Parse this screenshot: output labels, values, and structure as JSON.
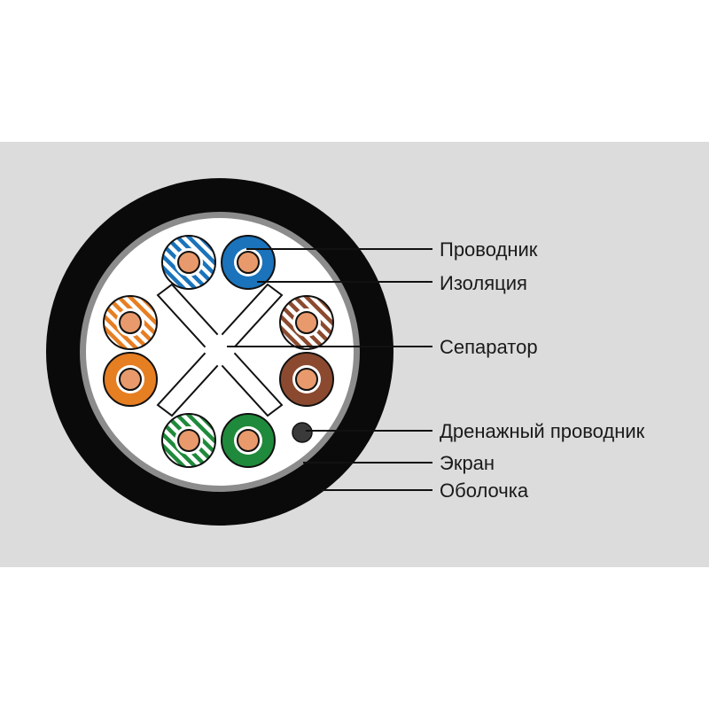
{
  "colors": {
    "panel": "#dcdcdc",
    "jacket": "#0a0a0a",
    "screen": "#8c8c8c",
    "core_fill": "#ffffff",
    "copper": "#e89a6c",
    "blue": "#1a73bb",
    "orange": "#e67e22",
    "brown": "#8b4a2f",
    "green": "#1f8a3b",
    "drain": "#3a3a3a"
  },
  "wires": [
    {
      "name": "blue-white",
      "color": "blue",
      "striped": true
    },
    {
      "name": "blue",
      "color": "blue",
      "striped": false
    },
    {
      "name": "orange-white",
      "color": "orange",
      "striped": true
    },
    {
      "name": "orange",
      "color": "orange",
      "striped": false
    },
    {
      "name": "brown-white",
      "color": "brown",
      "striped": true
    },
    {
      "name": "brown",
      "color": "brown",
      "striped": false
    },
    {
      "name": "green-white",
      "color": "green",
      "striped": true
    },
    {
      "name": "green",
      "color": "green",
      "striped": false
    }
  ],
  "labels": {
    "conductor": "Проводник",
    "insulation": "Изоляция",
    "separator": "Сепаратор",
    "drain_wire": "Дренажный проводник",
    "screen": "Экран",
    "jacket": "Оболочка"
  }
}
